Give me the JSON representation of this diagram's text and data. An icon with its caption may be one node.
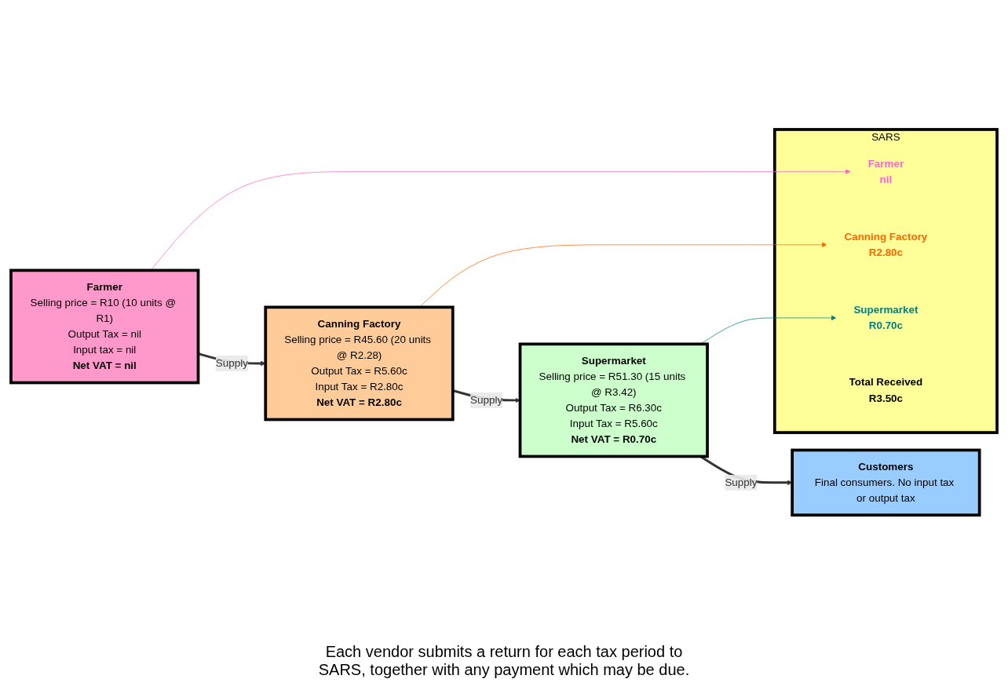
{
  "diagram": {
    "nodes": [
      {
        "text": [
          "Farmer",
          "Selling price = R10 (10 units @ R1)",
          "Output Tax = nil",
          "Input tax = nil",
          "Net VAT = nil"
        ]
      },
      {
        "text": [
          "Canning Factory",
          "Selling price = R45.60 (20 units @ R2.28)",
          "Output Tax = R5.60c",
          "Input Tax = R2.80c",
          "Net VAT = R2.80c"
        ]
      },
      {
        "text": [
          "Supermarket",
          "Selling price = R51.30 (15 units @ R3.42)",
          "Output Tax = R6.30c",
          "Input Tax = R5.60c",
          "Net VAT = R0.70c"
        ]
      },
      {
        "text": [
          "Customers",
          "Final consumers. No input tax or output tax"
        ]
      },
      {
        "text": [
          "SARS"
        ]
      },
      {
        "text": [
          "Farmer",
          "nil"
        ],
        "in": 4
      },
      {
        "text": [
          "Canning Factory",
          "R2.80c"
        ],
        "in": 4
      },
      {
        "text": [
          "Supermarket",
          "R0.70c"
        ],
        "in": 4
      },
      {
        "text": [
          "Total Received",
          "R3.50c"
        ],
        "in": 4
      }
    ],
    "edges": [
      {
        "from": 0,
        "to": 1,
        "arrow": "to",
        "label": "Supply",
        "style": "thick"
      },
      {
        "from": 1,
        "to": 2,
        "arrow": "to",
        "label": "Supply",
        "style": "thick"
      },
      {
        "from": 2,
        "to": 3,
        "arrow": "to",
        "label": "Supply",
        "style": "thick"
      },
      {
        "from": 0,
        "to": 5,
        "arrow": "to",
        "color": "#ff66cc"
      },
      {
        "from": 1,
        "to": 6,
        "arrow": "to",
        "color": "#ff6600"
      },
      {
        "from": 2,
        "to": 7,
        "arrow": "to",
        "color": "#008080"
      }
    ],
    "labels": [
      "Each vendor submits a return for each tax period to SARS, together with any payment which may be due."
    ]
  }
}
